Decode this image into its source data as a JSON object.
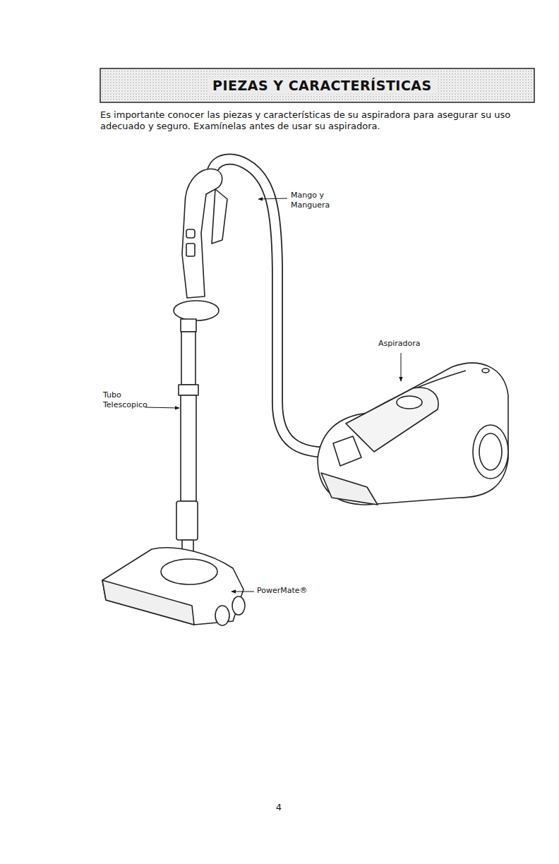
{
  "diagram": {
    "title": "PIEZAS Y CARACTERÍSTICAS",
    "labels": [
      "Es importante conocer las piezas y características de su aspiradora para asegurar su uso adecuado y seguro. Examínelas antes de usar su aspiradora.",
      "Mango y Manguera",
      "Aspiradora",
      "Tubo Telescopico",
      "PowerMate®",
      "4"
    ]
  }
}
